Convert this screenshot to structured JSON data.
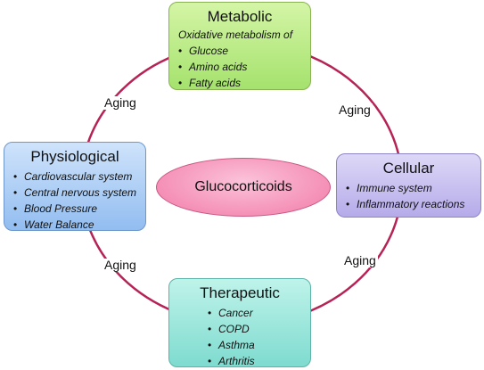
{
  "colors": {
    "ring": "#b72256",
    "metabolic": "#a5e26d",
    "physiological": "#92bdf0",
    "cellular": "#b6abe9",
    "therapeutic": "#7edbcf",
    "center": "#f27aa7"
  },
  "center": {
    "label": "Glucocorticoids"
  },
  "aging_labels": [
    "Aging",
    "Aging",
    "Aging",
    "Aging"
  ],
  "boxes": {
    "metabolic": {
      "title": "Metabolic",
      "subtitle": "Oxidative metabolism of",
      "items": [
        "Glucose",
        "Amino acids",
        "Fatty acids"
      ]
    },
    "physiological": {
      "title": "Physiological",
      "items": [
        "Cardiovascular system",
        "Central nervous system",
        "Blood Pressure",
        "Water Balance"
      ]
    },
    "cellular": {
      "title": "Cellular",
      "items": [
        "Immune system",
        "Inflammatory reactions"
      ]
    },
    "therapeutic": {
      "title": "Therapeutic",
      "items": [
        "Cancer",
        "COPD",
        "Asthma",
        "Arthritis"
      ]
    }
  }
}
